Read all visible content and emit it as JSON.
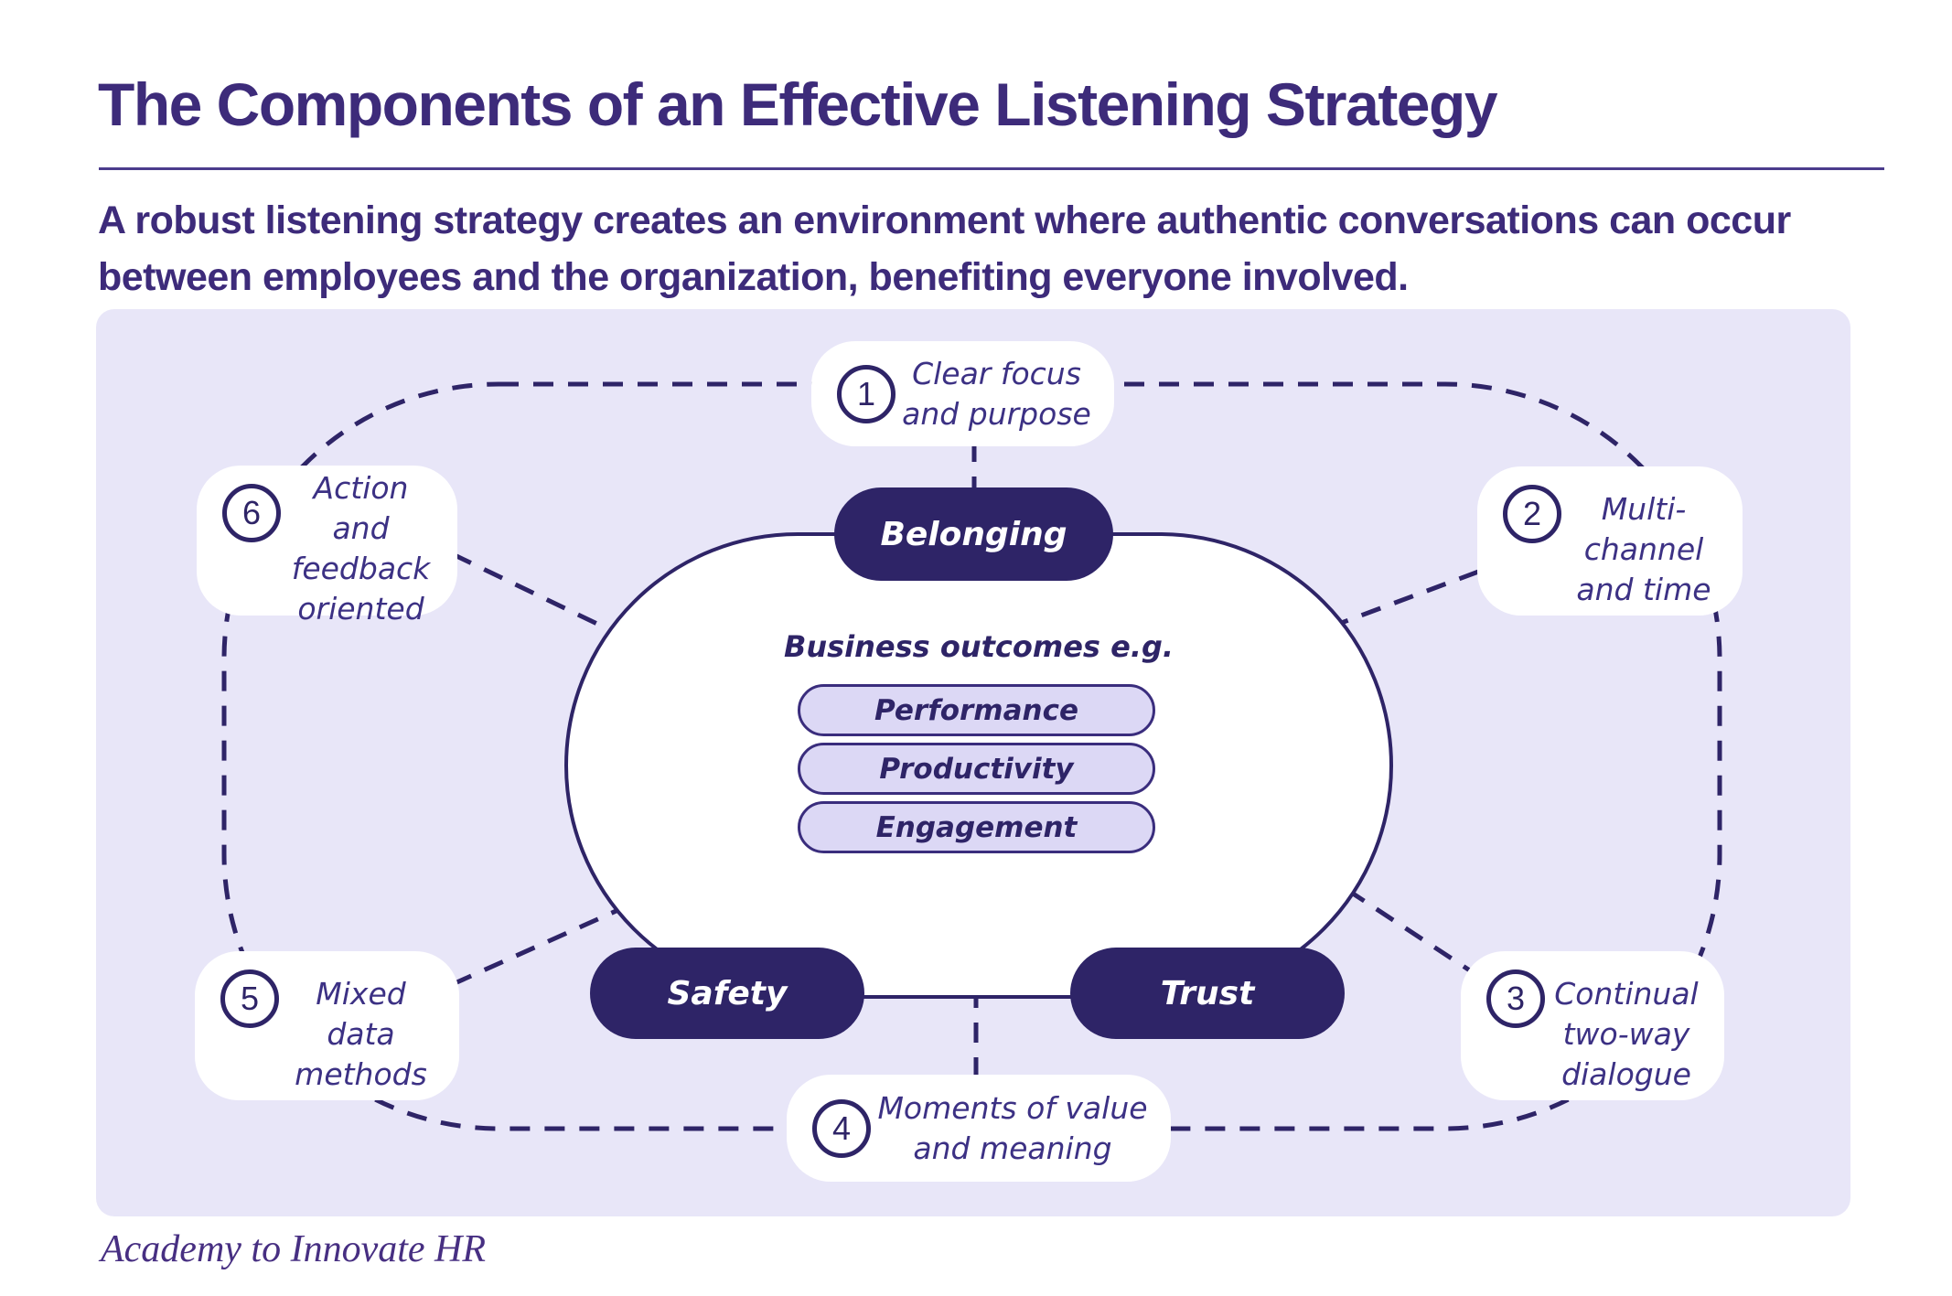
{
  "header": {
    "title": "The Components of an Effective Listening Strategy",
    "subtitle": "A robust listening strategy creates an environment where authentic conversations can occur between employees and the organization, benefiting everyone involved."
  },
  "diagram": {
    "center": {
      "belonging": "Belonging",
      "safety": "Safety",
      "trust": "Trust",
      "outcomes_title": "Business outcomes e.g.",
      "outcomes": [
        "Performance",
        "Productivity",
        "Engagement"
      ]
    },
    "cards": [
      {
        "number": "1",
        "label": "Clear focus\nand purpose"
      },
      {
        "number": "2",
        "label": "Multi-\nchannel\nand time"
      },
      {
        "number": "3",
        "label": "Continual\ntwo-way\ndialogue"
      },
      {
        "number": "4",
        "label": "Moments of value\nand meaning"
      },
      {
        "number": "5",
        "label": "Mixed\ndata\nmethods"
      },
      {
        "number": "6",
        "label": "Action and\nfeedback\noriented"
      }
    ]
  },
  "footer": {
    "credit": "Academy to Innovate HR"
  },
  "colors": {
    "deep_purple": "#2e2467",
    "heading_indigo": "#3d2b7a",
    "card_text_indigo": "#3c3184",
    "panel_lavender": "#e8e6f8",
    "outcome_pill_lavender": "#dcd8f5",
    "white": "#ffffff"
  }
}
